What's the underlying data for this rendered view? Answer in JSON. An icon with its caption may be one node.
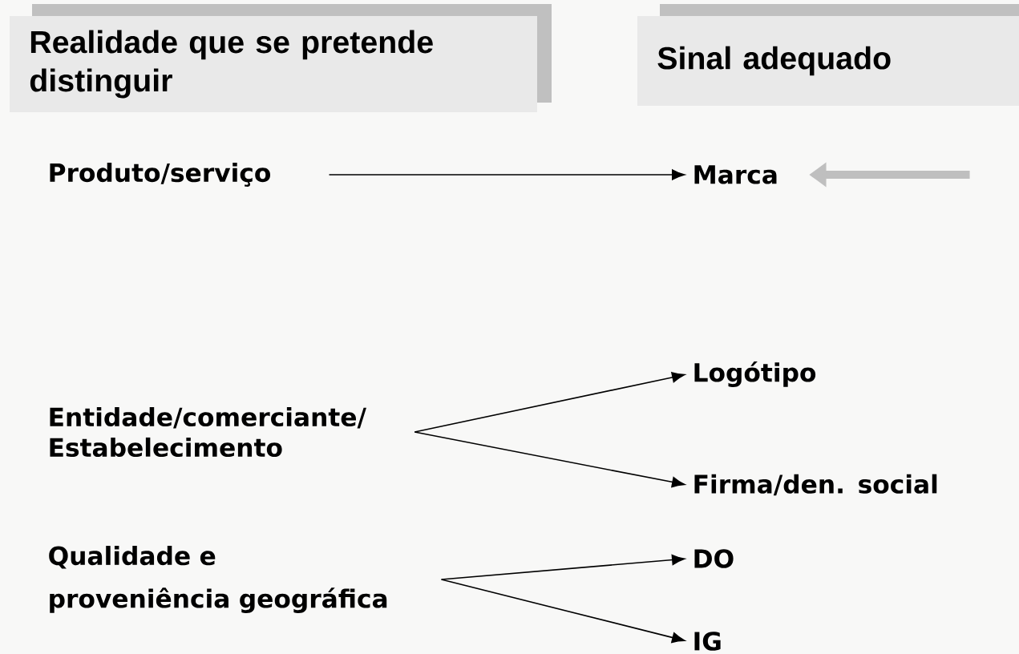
{
  "diagram": {
    "nodes": [
      {
        "text": [
          "Realidade que se pretende distinguir"
        ]
      },
      {
        "text": [
          "Sinal adequado"
        ]
      },
      {
        "text": [
          "Produto/serviço"
        ]
      },
      {
        "text": [
          "Marca"
        ]
      },
      {
        "text": [
          "Entidade/comerciante/ Estabelecimento"
        ]
      },
      {
        "text": [
          "Logótipo"
        ]
      },
      {
        "text": [
          "Firma/den. social"
        ]
      },
      {
        "text": [
          "Qualidade e proveniência geográfica"
        ]
      },
      {
        "text": [
          "DO"
        ]
      },
      {
        "text": [
          "IG"
        ]
      }
    ],
    "edges": [
      {
        "from": 2,
        "to": 3,
        "arrow": "to"
      },
      {
        "from": null,
        "to": 3,
        "arrow": "to",
        "style": "thick",
        "color": "#bfbfbf"
      },
      {
        "from": 4,
        "to": 5,
        "arrow": "to"
      },
      {
        "from": 4,
        "to": 6,
        "arrow": "to"
      },
      {
        "from": 7,
        "to": 8,
        "arrow": "to"
      },
      {
        "from": 7,
        "to": 9,
        "arrow": "to"
      }
    ]
  }
}
